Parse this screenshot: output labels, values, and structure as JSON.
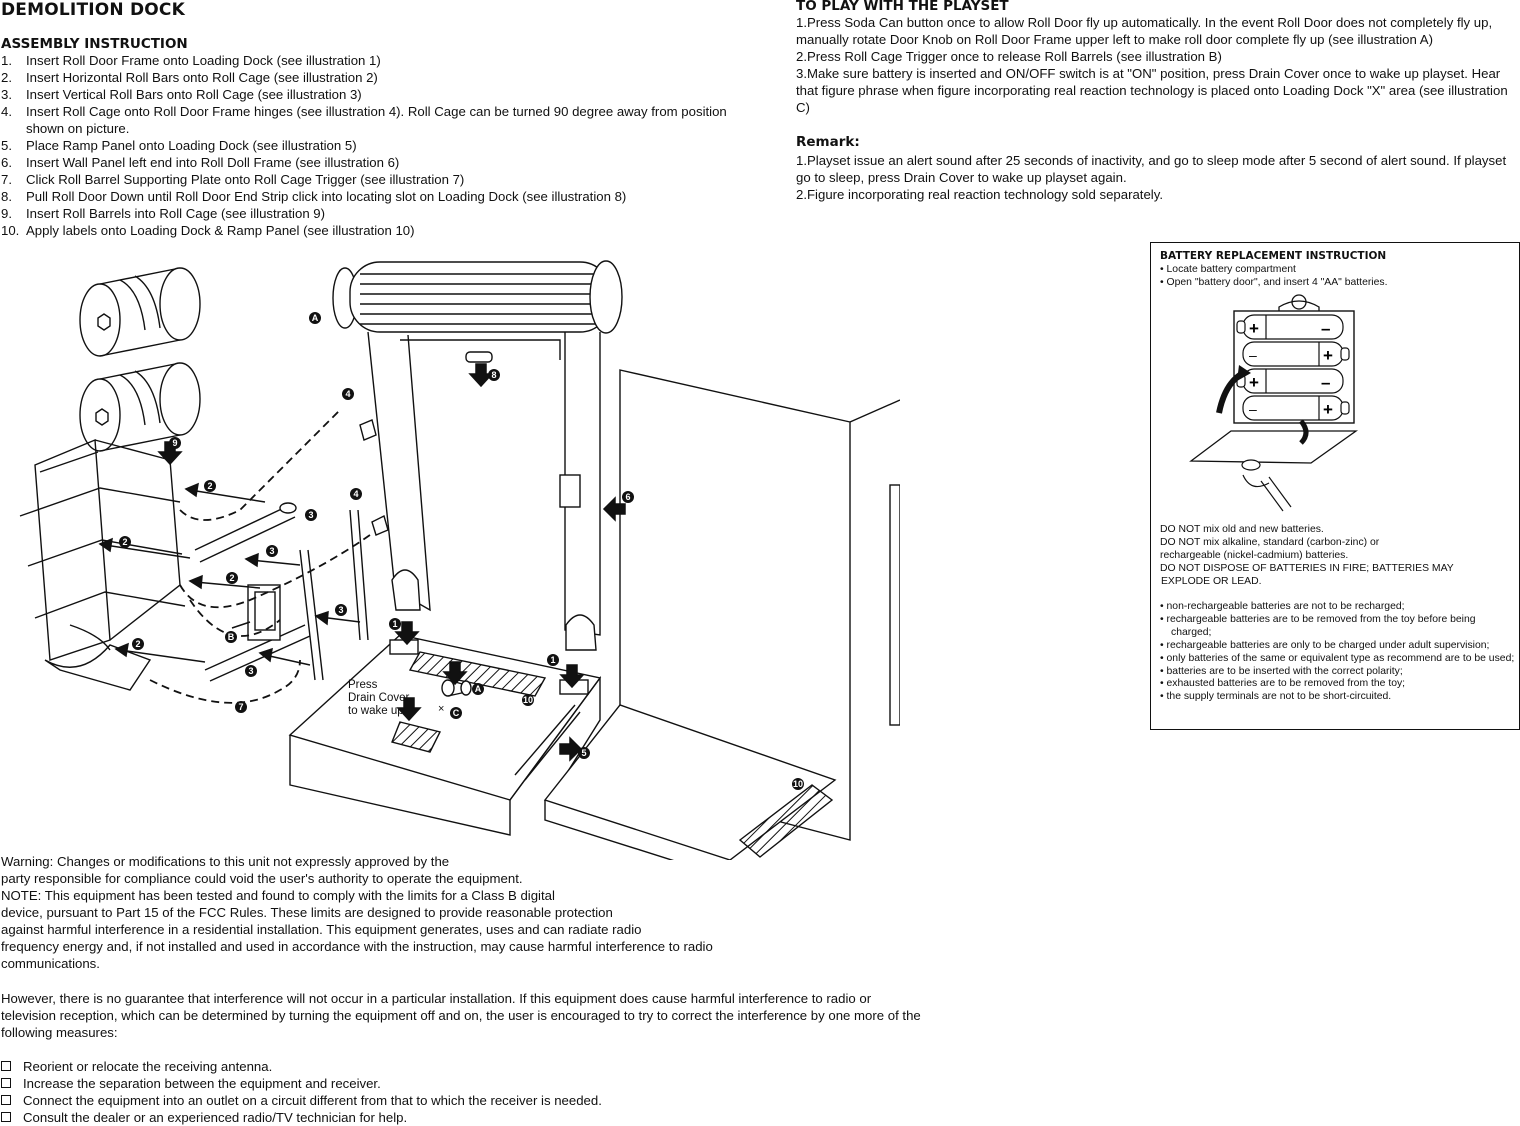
{
  "title": "DEMOLITION DOCK",
  "assembly": {
    "heading": "ASSEMBLY INSTRUCTION",
    "steps": [
      {
        "num": "1.",
        "text": "Insert Roll Door Frame onto Loading Dock (see illustration 1)"
      },
      {
        "num": "2.",
        "text": "Insert Horizontal Roll Bars onto Roll Cage (see illustration 2)"
      },
      {
        "num": "3.",
        "text": "Insert Vertical Roll Bars onto Roll Cage (see illustration 3)"
      },
      {
        "num": "4.",
        "text": "Insert Roll Cage onto Roll Door Frame hinges (see illustration 4). Roll Cage can be turned 90 degree away from position shown on picture."
      },
      {
        "num": "5.",
        "text": "Place Ramp Panel onto Loading Dock (see illustration 5)"
      },
      {
        "num": "6.",
        "text": "Insert Wall Panel left end into Roll Doll Frame (see illustration 6)"
      },
      {
        "num": "7.",
        "text": "Click Roll Barrel Supporting Plate onto Roll Cage Trigger (see illustration 7)"
      },
      {
        "num": "8.",
        "text": "Pull Roll Door Down until Roll Door End Strip click into locating slot on Loading Dock (see illustration 8)"
      },
      {
        "num": "9.",
        "text": "Insert Roll Barrels into Roll Cage (see illustration 9)"
      },
      {
        "num": "10.",
        "text": "Apply labels onto Loading Dock & Ramp Panel (see illustration 10)"
      }
    ]
  },
  "play": {
    "heading": "TO PLAY WITH THE PLAYSET",
    "items": [
      "1.Press Soda Can button once to allow Roll Door fly up automatically. In the event Roll Door does not completely fly up, manually rotate Door Knob on Roll Door Frame upper left to make roll door complete fly up (see illustration A)",
      "2.Press Roll Cage Trigger once to release Roll Barrels (see illustration B)",
      "3.Make sure battery is inserted and ON/OFF switch is at \"ON\" position, press Drain Cover once to wake up playset. Hear that figure phrase when figure incorporating real reaction technology is placed onto Loading Dock \"X\" area (see illustration C)"
    ]
  },
  "remark": {
    "heading": "Remark:",
    "items": [
      "1.Playset issue an alert sound after 25 seconds of inactivity, and go to sleep mode after 5 second of alert sound. If playset go to sleep, press Drain Cover to wake up playset again.",
      "2.Figure incorporating real reaction technology sold separately."
    ]
  },
  "battery": {
    "heading": "BATTERY REPLACEMENT INSTRUCTION",
    "steps": [
      "•  Locate battery compartment",
      "•  Open \"battery door\", and insert 4 \"AA\" batteries."
    ],
    "warnings": [
      "DO NOT mix old and new batteries.",
      "DO NOT mix alkaline, standard (carbon-zinc) or",
      "rechargeable (nickel-cadmium) batteries.",
      "DO NOT DISPOSE OF BATTERIES IN FIRE; BATTERIES MAY",
      "EXPLODE OR LEAD."
    ],
    "bullets": [
      "•   non-rechargeable batteries are not to be recharged;",
      "•   rechargeable batteries are to be removed from the toy before being charged;",
      "•   rechargeable batteries are only to be charged under adult supervision;",
      "•   only batteries of the same or equivalent type as recommend are to be used;",
      "•   batteries are to be inserted with the correct polarity;",
      "•   exhausted batteries are to be removed from the toy;",
      "•   the supply terminals are not to be short-circuited."
    ],
    "plus": "+",
    "minus": "–"
  },
  "illustration": {
    "press_drain_line1": "Press",
    "press_drain_line2": "Drain Cover",
    "press_drain_line3": "to wake up",
    "x_mark": "×",
    "callouts": {
      "c1": "1",
      "c2": "2",
      "c3": "3",
      "c4": "4",
      "c5": "5",
      "c6": "6",
      "c7": "7",
      "c8": "8",
      "c9": "9",
      "c10": "10",
      "cA": "A",
      "cB": "B",
      "cC": "C"
    }
  },
  "fcc": {
    "lines": [
      "Warning: Changes or modifications to this unit not expressly approved by the",
      "party responsible for compliance could void the user's authority to operate the equipment.",
      "NOTE: This equipment has been tested and found to comply with the limits for a Class B digital",
      "device, pursuant to Part 15 of the FCC Rules. These limits are designed to provide reasonable protection",
      "against harmful interference in a residential installation. This equipment generates, uses and can radiate radio",
      "frequency energy and, if not installed and used in accordance with the instruction, may cause harmful interference to radio",
      "communications."
    ],
    "lines2": [
      "However, there is no guarantee that interference will not occur in a particular installation. If this equipment does cause harmful interference to radio or",
      "television reception, which can be determined by turning the equipment off and on, the user is encouraged to try to correct the interference by one more of the",
      "following measures:"
    ],
    "measures": [
      "Reorient or relocate the receiving antenna.",
      "Increase the separation between the equipment and receiver.",
      "Connect the equipment into an outlet on a circuit different from that to which the receiver is needed.",
      "Consult the dealer or an experienced radio/TV technician for help."
    ]
  }
}
